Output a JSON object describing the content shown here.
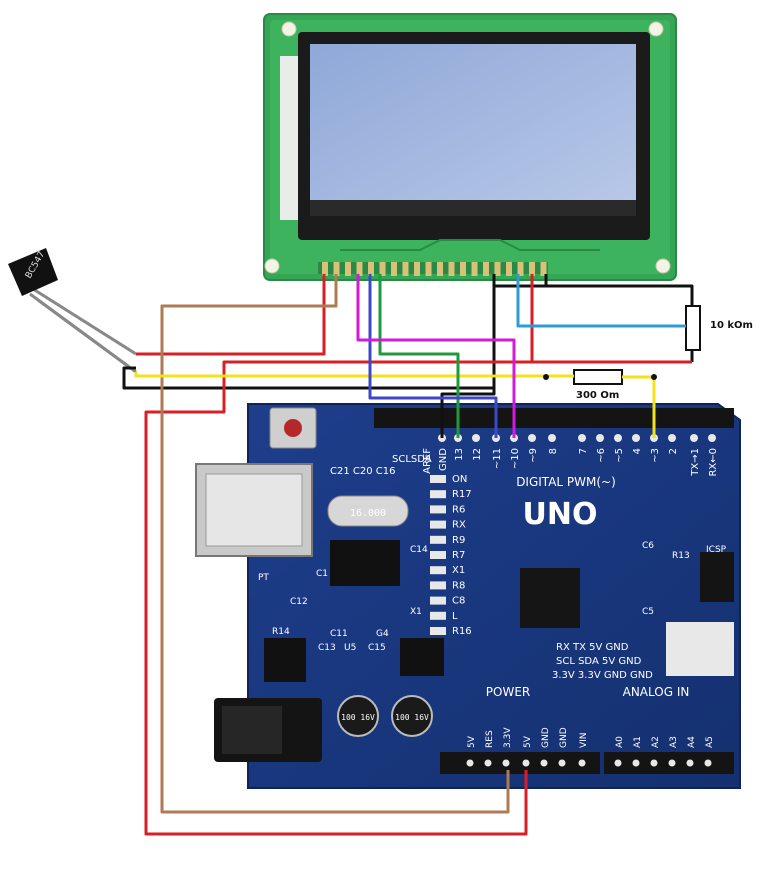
{
  "transistor": {
    "part": "BC547"
  },
  "labels": {
    "resistor_pot": "10 kOm",
    "resistor_fixed": "300 Om"
  },
  "arduino": {
    "brand": "UNO",
    "digital_header": "DIGITAL PWM(~)",
    "power_header": "POWER",
    "analog_header": "ANALOG IN",
    "crystal": "16.000",
    "cap1": "100 16V",
    "cap2": "100 16V",
    "left_top_labels": [
      "C21",
      "C20",
      "C16"
    ],
    "scl_sda": "SCLSDA",
    "aref": "AREF",
    "digital_pins": [
      "GND",
      "13",
      "12",
      "~11",
      "~10",
      "~9",
      "8",
      "7",
      "~6",
      "~5",
      "4",
      "~3",
      "2",
      "TX→1",
      "RX←0"
    ],
    "side_labels": [
      "ON",
      "R17",
      "R6",
      "RX",
      "R9",
      "R7",
      "X1",
      "R8",
      "C8",
      "L",
      "R16"
    ],
    "power_pins": [
      "5V",
      "RES",
      "3.3V",
      "5V",
      "GND",
      "GND",
      "VIN"
    ],
    "analog_pins": [
      "A0",
      "A1",
      "A2",
      "A3",
      "A4",
      "A5"
    ],
    "icsp_rows": [
      "RX  TX  5V  GND",
      "SCL SDA  5V  GND",
      "3.3V 3.3V GND GND"
    ],
    "misc": [
      "C14",
      "C1",
      "C12",
      "PT",
      "R14",
      "C11",
      "G4",
      "C13",
      "U5",
      "C15",
      "C6",
      "R13",
      "C5",
      "X1",
      "ICSP"
    ]
  },
  "wires": {
    "colors": {
      "red": "#d81f26",
      "brown": "#b07a55",
      "black": "#111111",
      "yellow": "#f2e21a",
      "green": "#1f9a3a",
      "blue": "#3c48c8",
      "magenta": "#d21ad8",
      "cyan": "#2f9bd6"
    }
  }
}
